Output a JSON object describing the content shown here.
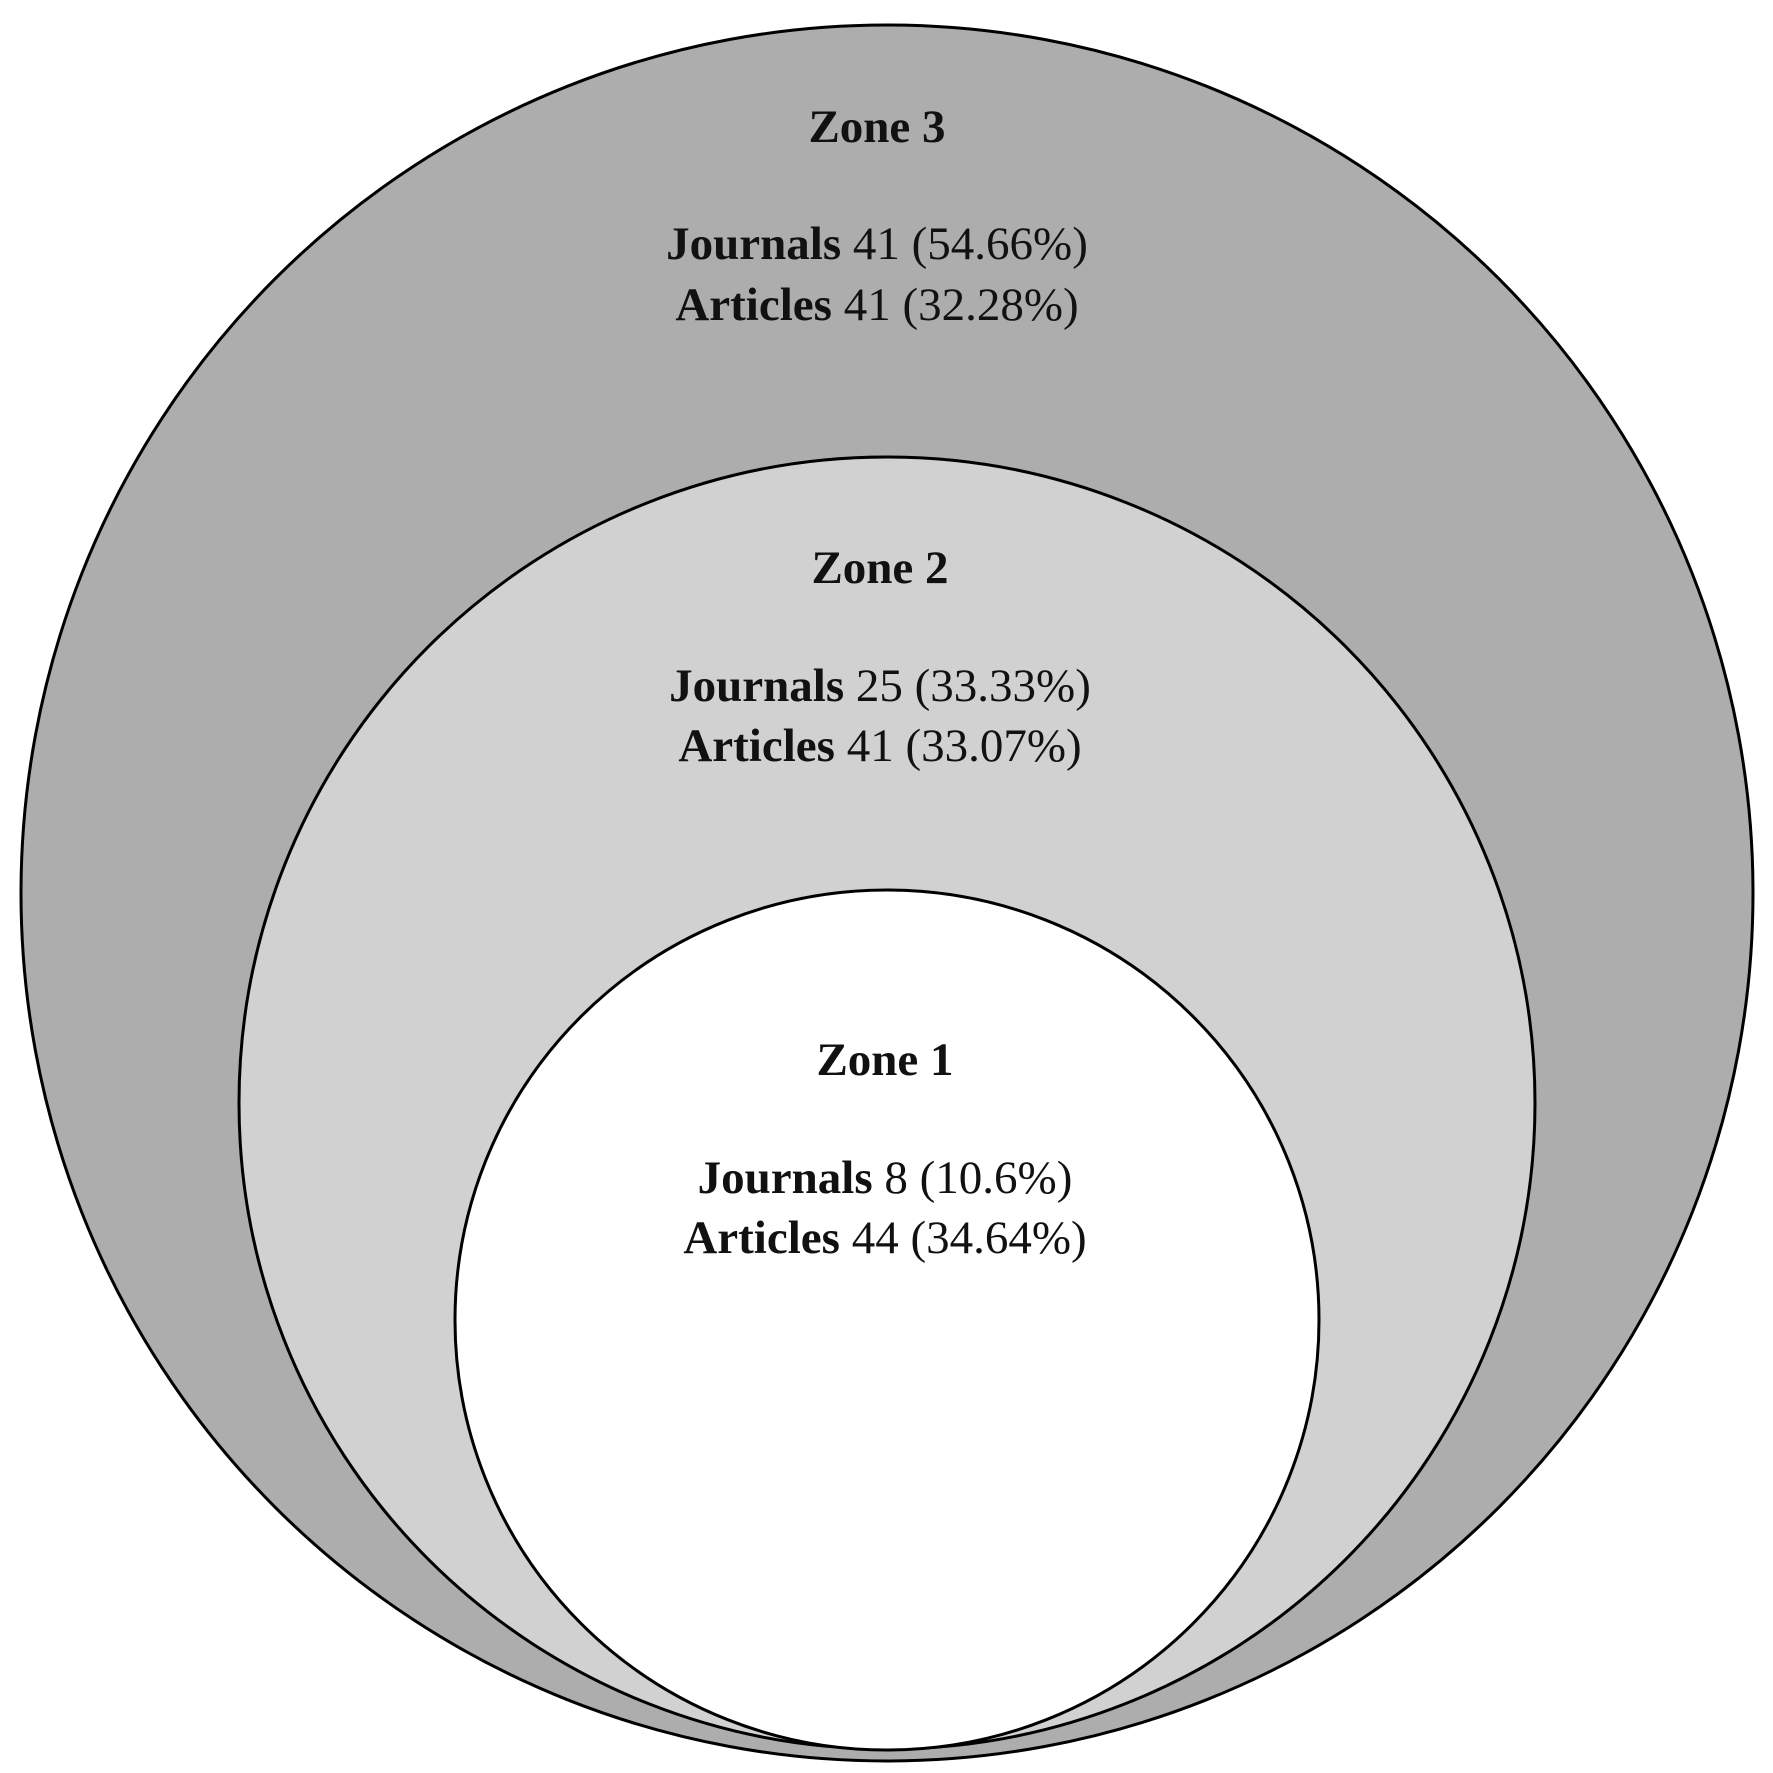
{
  "zones": [
    {
      "title": "Zone 3",
      "fill": "#adadad",
      "journals_label": "Journals",
      "journals_value": "41 (54.66%)",
      "articles_label": "Articles",
      "articles_value": "41 (32.28%)"
    },
    {
      "title": "Zone 2",
      "fill": "#d1d1d1",
      "journals_label": "Journals",
      "journals_value": "25 (33.33%)",
      "articles_label": "Articles",
      "articles_value": "41 (33.07%)"
    },
    {
      "title": "Zone 1",
      "fill": "#ffffff",
      "journals_label": "Journals",
      "journals_value": "8 (10.6%)",
      "articles_label": "Articles",
      "articles_value": "44 (34.64%)"
    }
  ]
}
